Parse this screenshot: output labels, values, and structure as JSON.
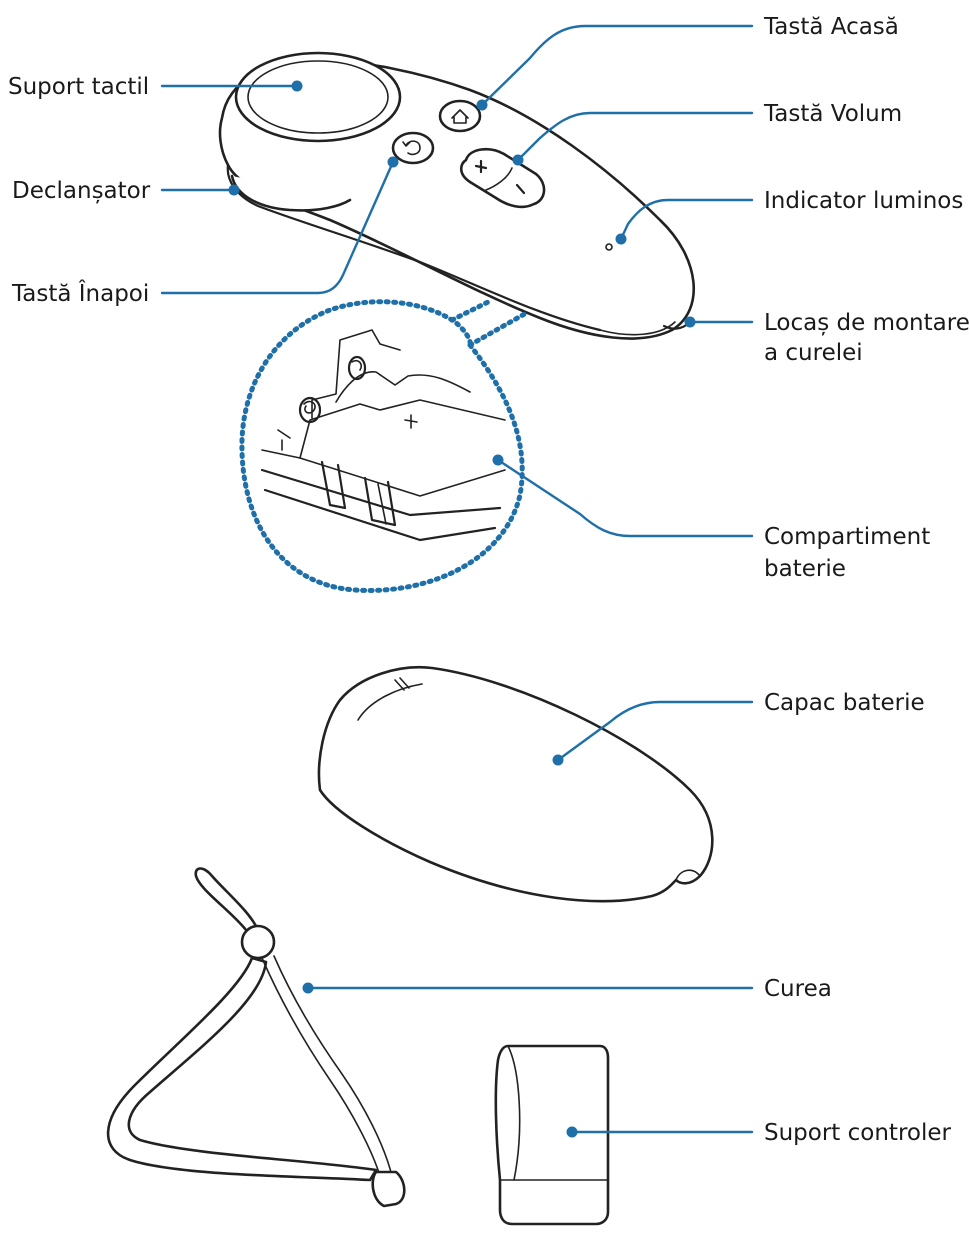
{
  "accent_color": "#1f6fa8",
  "labels": {
    "home_key": "Tastă Acasă",
    "touchpad": "Suport tactil",
    "volume_key": "Tastă Volum",
    "trigger": "Declanșator",
    "indicator_light": "Indicator luminos",
    "back_key": "Tastă Înapoi",
    "strap_hole_line1": "Locaș de montare",
    "strap_hole_line2": "a curelei",
    "battery_compartment_line1": "Compartiment",
    "battery_compartment_line2": "baterie",
    "battery_cover": "Capac baterie",
    "strap": "Curea",
    "controller_holder": "Suport controler"
  },
  "icons": {
    "home": "home-icon",
    "back": "back-arrow-icon",
    "volume_plus": "plus-icon",
    "volume_minus": "minus-icon"
  }
}
